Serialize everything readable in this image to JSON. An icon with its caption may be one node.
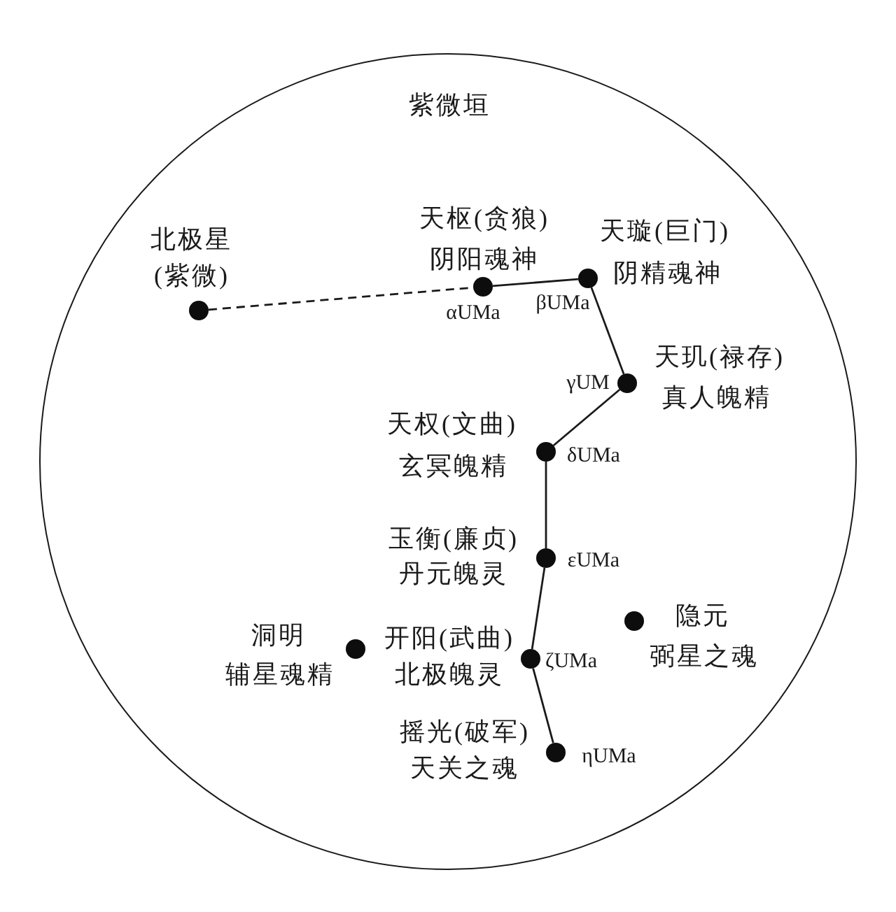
{
  "diagram": {
    "nodes": [
      {
        "text": [
          "紫微垣"
        ]
      },
      {
        "text": [],
        "shape": "circle",
        "in": 0,
        "beside": [
          "北极星(紫微)"
        ]
      },
      {
        "text": [],
        "shape": "circle",
        "in": 0,
        "beside": [
          "天枢(贪狼)",
          "阴阳魂神",
          "αUMa"
        ]
      },
      {
        "text": [],
        "shape": "circle",
        "in": 0,
        "beside": [
          "天璇(巨门)",
          "阴精魂神",
          "βUMa"
        ]
      },
      {
        "text": [],
        "shape": "circle",
        "in": 0,
        "beside": [
          "天玑(禄存)",
          "真人魄精",
          "γUM"
        ]
      },
      {
        "text": [],
        "shape": "circle",
        "in": 0,
        "beside": [
          "天权(文曲)",
          "玄冥魄精",
          "δUMa"
        ]
      },
      {
        "text": [],
        "shape": "circle",
        "in": 0,
        "beside": [
          "玉衡(廉贞)",
          "丹元魄灵",
          "εUMa"
        ]
      },
      {
        "text": [],
        "shape": "circle",
        "in": 0,
        "beside": [
          "开阳(武曲)",
          "北极魄灵",
          "ζUMa"
        ]
      },
      {
        "text": [],
        "shape": "circle",
        "in": 0,
        "beside": [
          "摇光(破军)",
          "天关之魂",
          "ηUMa"
        ]
      },
      {
        "text": [],
        "shape": "circle",
        "in": 0,
        "beside": [
          "洞明",
          "辅星魂精"
        ]
      },
      {
        "text": [],
        "shape": "circle",
        "in": 0,
        "beside": [
          "隐元",
          "弼星之魂"
        ]
      }
    ],
    "edges": [
      {
        "from": 1,
        "to": 2,
        "arrow": "none",
        "style": "dashed"
      },
      {
        "from": 2,
        "to": 3,
        "arrow": "none"
      },
      {
        "from": 3,
        "to": 4,
        "arrow": "none"
      },
      {
        "from": 4,
        "to": 5,
        "arrow": "none"
      },
      {
        "from": 5,
        "to": 6,
        "arrow": "none"
      },
      {
        "from": 6,
        "to": 7,
        "arrow": "none"
      },
      {
        "from": 7,
        "to": 8,
        "arrow": "none"
      }
    ]
  }
}
